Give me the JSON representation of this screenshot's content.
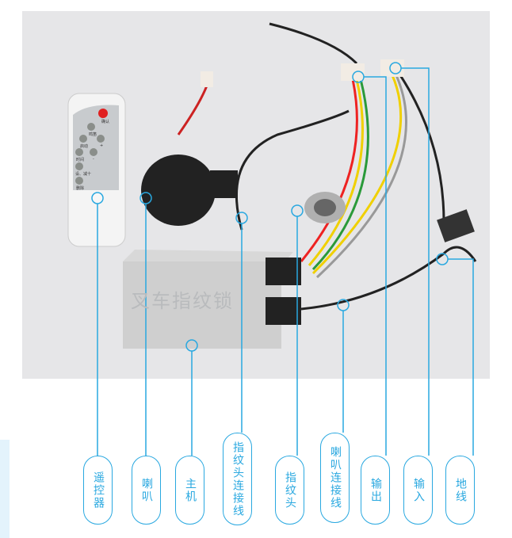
{
  "product_label": "叉车指纹锁",
  "remote_buttons": [
    "确认",
    "鸣笛",
    "+",
    "启动",
    "时间",
    "-",
    "设、减十",
    "删除"
  ],
  "callouts": [
    "遥控器",
    "喇叭",
    "主机",
    "指纹头连接线",
    "指纹头",
    "喇叭连接线",
    "输出",
    "输入",
    "地线"
  ],
  "accent": "#29a8e0"
}
